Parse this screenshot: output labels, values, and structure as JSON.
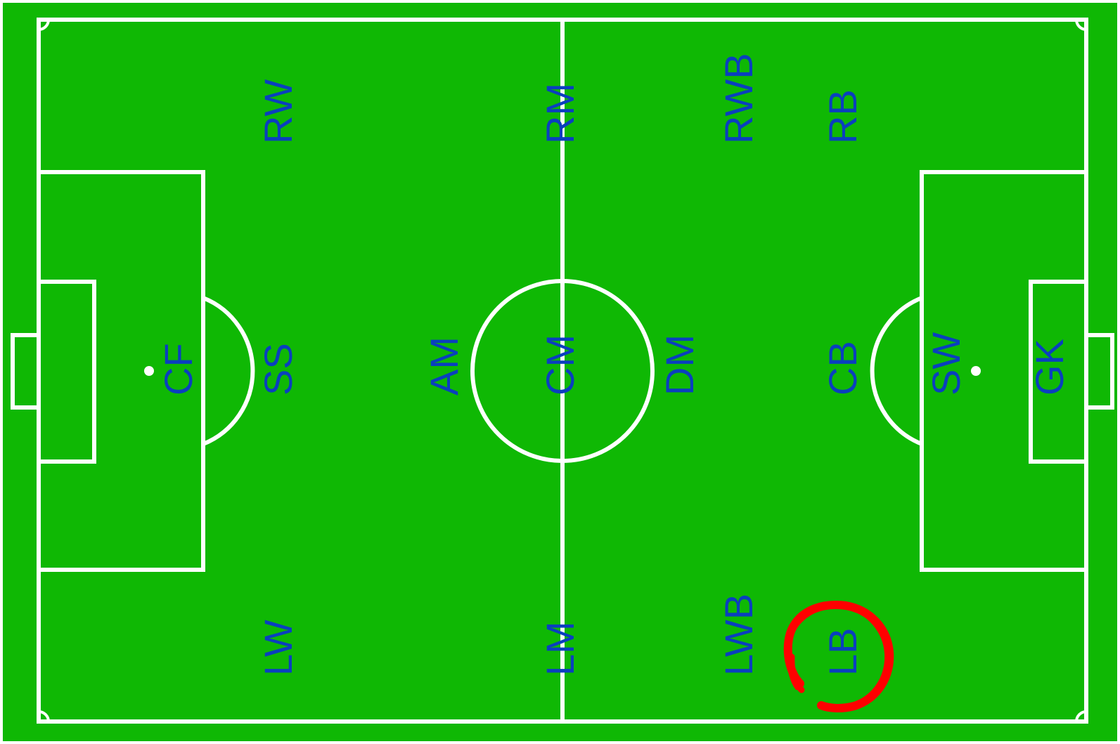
{
  "colors": {
    "grass": "#0fb804",
    "lines": "#ffffff",
    "labels": "#0a3fbf",
    "highlight": "#ff0000"
  },
  "positions": {
    "rw": "RW",
    "rm": "RM",
    "rwb": "RWB",
    "rb": "RB",
    "cf": "CF",
    "ss": "SS",
    "am": "AM",
    "cm": "CM",
    "dm": "DM",
    "cb": "CB",
    "sw": "SW",
    "gk": "GK",
    "lw": "LW",
    "lm": "LM",
    "lwb": "LWB",
    "lb": "LB"
  },
  "highlighted_position": "LB"
}
